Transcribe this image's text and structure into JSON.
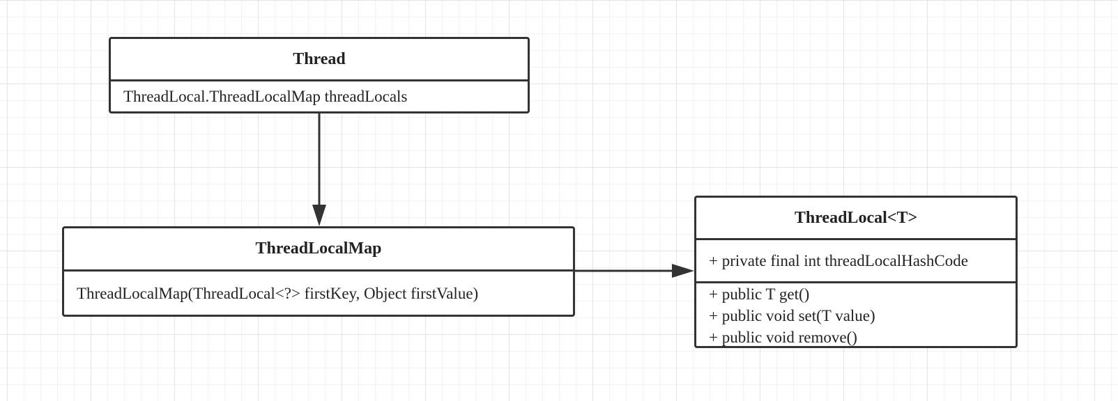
{
  "diagram": {
    "classes": [
      {
        "id": "thread",
        "name": "Thread",
        "attributes": [
          "ThreadLocal.ThreadLocalMap threadLocals"
        ],
        "methods": []
      },
      {
        "id": "threadlocalmap",
        "name": "ThreadLocalMap",
        "attributes": [
          "ThreadLocalMap(ThreadLocal<?> firstKey, Object firstValue)"
        ],
        "methods": []
      },
      {
        "id": "threadlocal",
        "name": "ThreadLocal<T>",
        "attributes": [
          "+ private final int threadLocalHashCode"
        ],
        "methods": [
          "+ public T get()",
          "+ public void set(T value)",
          "+ public void remove()"
        ]
      }
    ],
    "relations": [
      {
        "from": "thread",
        "to": "threadlocalmap",
        "type": "association",
        "arrow": "filled"
      },
      {
        "from": "threadlocalmap",
        "to": "threadlocal",
        "type": "association",
        "arrow": "filled"
      }
    ],
    "colors": {
      "stroke": "#333333",
      "grid_major": "#e3e3e3",
      "grid_minor": "#f2f2f2",
      "background": "#ffffff"
    }
  }
}
